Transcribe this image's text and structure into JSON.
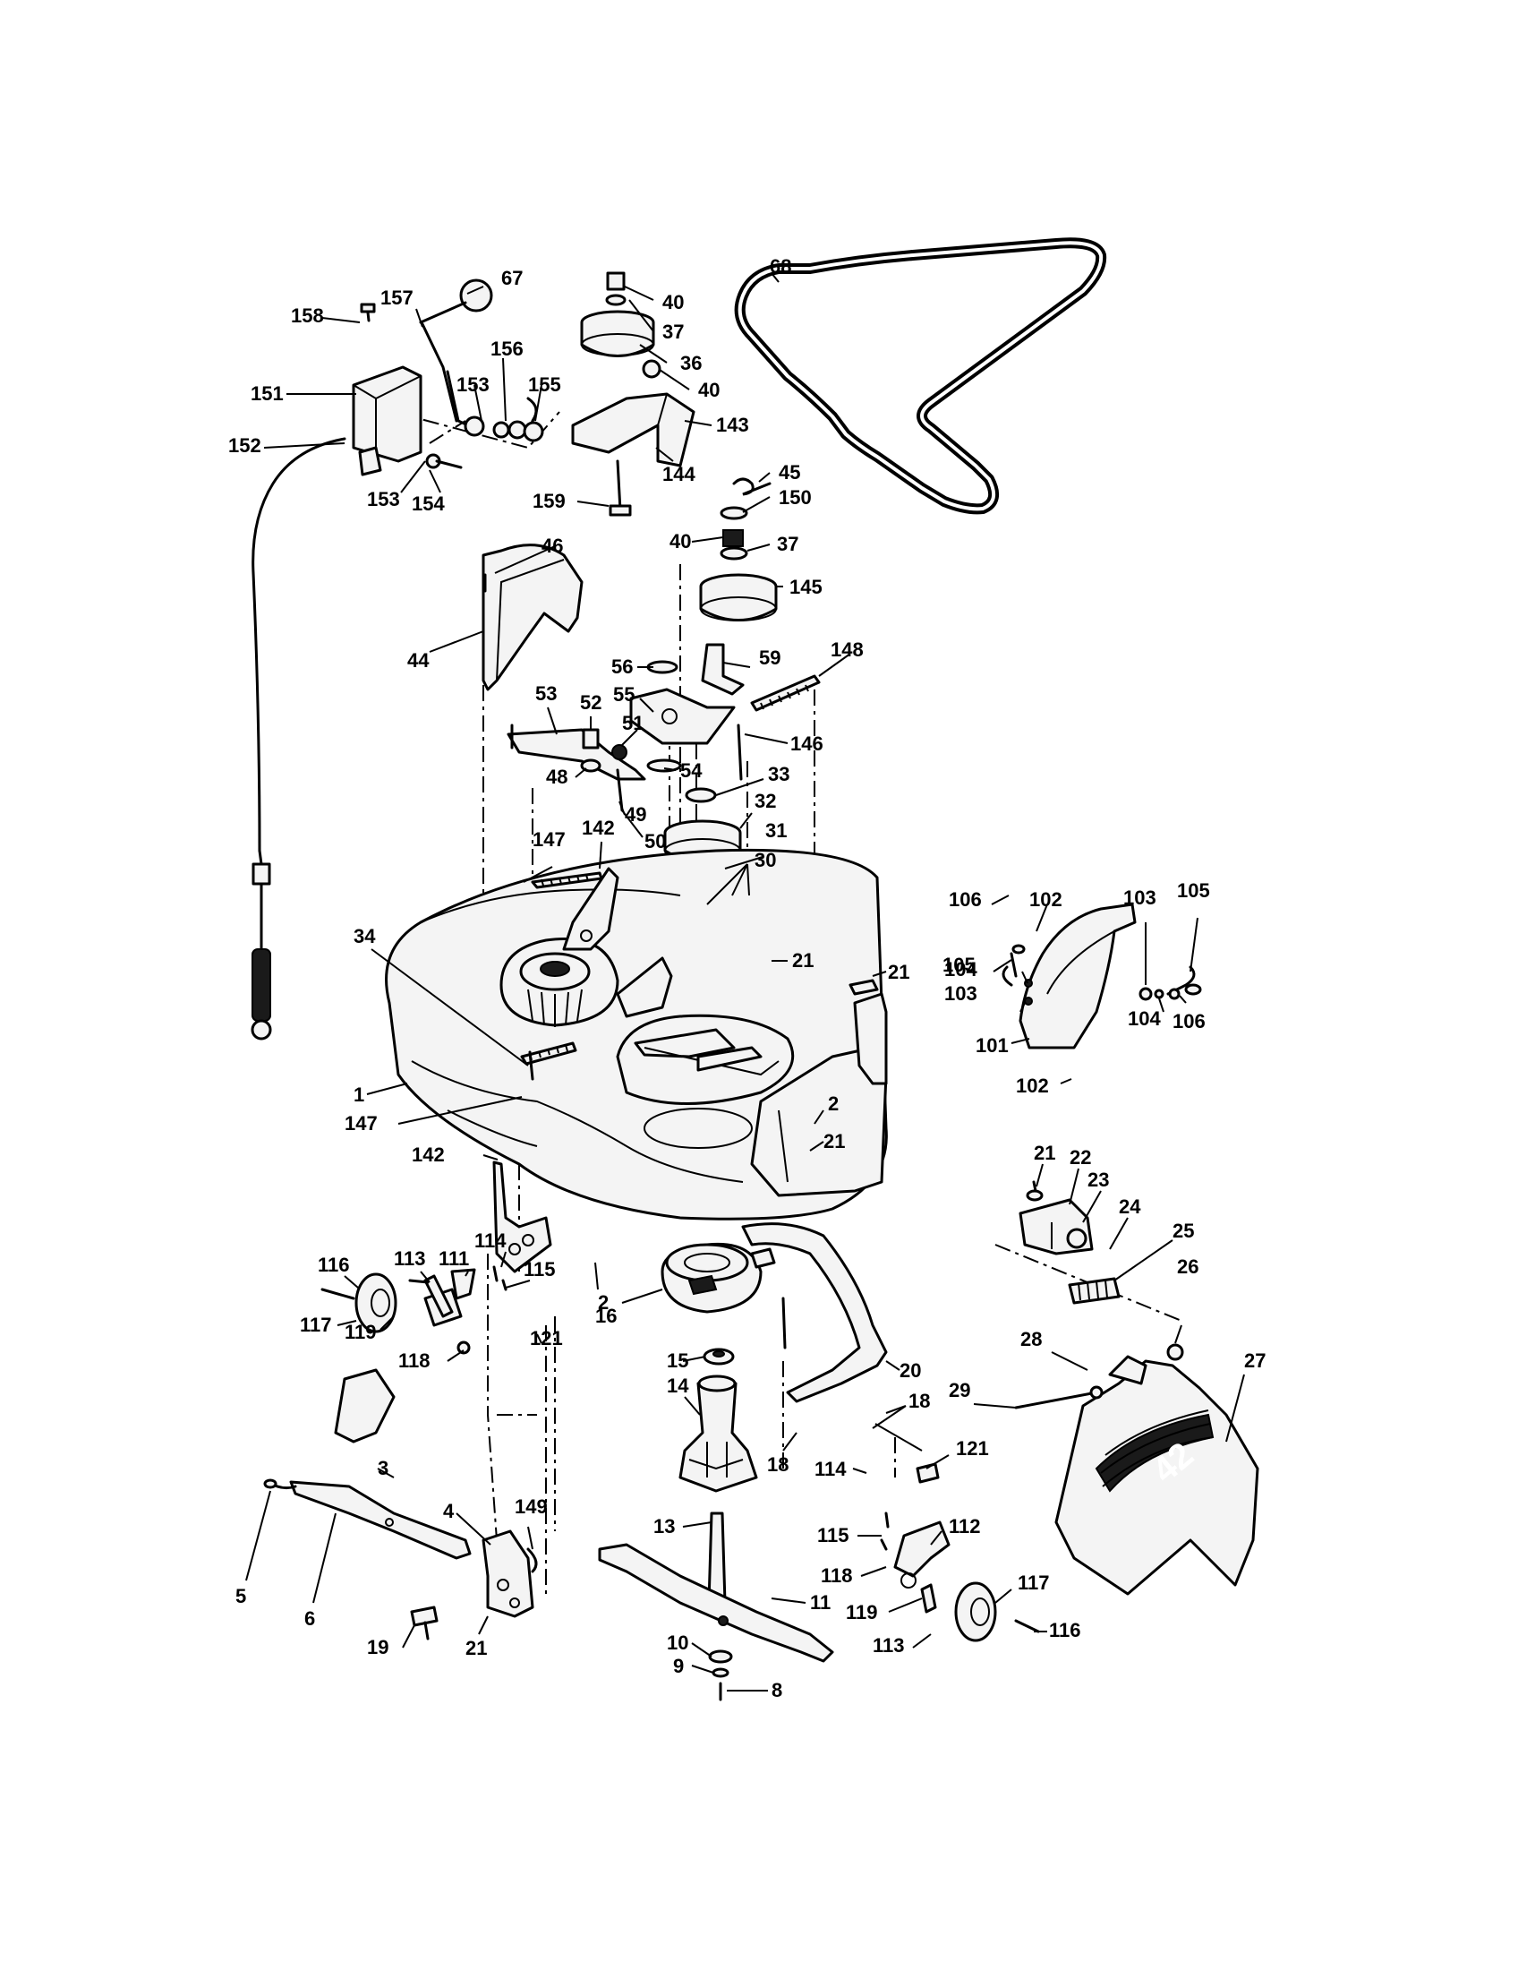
{
  "diagram": {
    "callouts": [
      {
        "id": "c67",
        "text": "67"
      },
      {
        "id": "c157",
        "text": "157"
      },
      {
        "id": "c158",
        "text": "158"
      },
      {
        "id": "c151",
        "text": "151"
      },
      {
        "id": "c152",
        "text": "152"
      },
      {
        "id": "c153a",
        "text": "153"
      },
      {
        "id": "c156",
        "text": "156"
      },
      {
        "id": "c155",
        "text": "155"
      },
      {
        "id": "c153b",
        "text": "153"
      },
      {
        "id": "c154",
        "text": "154"
      },
      {
        "id": "c40a",
        "text": "40"
      },
      {
        "id": "c37a",
        "text": "37"
      },
      {
        "id": "c36",
        "text": "36"
      },
      {
        "id": "c40b",
        "text": "40"
      },
      {
        "id": "c143",
        "text": "143"
      },
      {
        "id": "c144",
        "text": "144"
      },
      {
        "id": "c159",
        "text": "159"
      },
      {
        "id": "c68",
        "text": "68"
      },
      {
        "id": "c45",
        "text": "45"
      },
      {
        "id": "c150",
        "text": "150"
      },
      {
        "id": "c40c",
        "text": "40"
      },
      {
        "id": "c37b",
        "text": "37"
      },
      {
        "id": "c145",
        "text": "145"
      },
      {
        "id": "c46",
        "text": "46"
      },
      {
        "id": "c44",
        "text": "44"
      },
      {
        "id": "c56",
        "text": "56"
      },
      {
        "id": "c59",
        "text": "59"
      },
      {
        "id": "c148",
        "text": "148"
      },
      {
        "id": "c55",
        "text": "55"
      },
      {
        "id": "c53",
        "text": "53"
      },
      {
        "id": "c52",
        "text": "52"
      },
      {
        "id": "c51",
        "text": "51"
      },
      {
        "id": "c146",
        "text": "146"
      },
      {
        "id": "c54",
        "text": "54"
      },
      {
        "id": "c48",
        "text": "48"
      },
      {
        "id": "c33",
        "text": "33"
      },
      {
        "id": "c49",
        "text": "49"
      },
      {
        "id": "c32",
        "text": "32"
      },
      {
        "id": "c50",
        "text": "50"
      },
      {
        "id": "c31",
        "text": "31"
      },
      {
        "id": "c147a",
        "text": "147"
      },
      {
        "id": "c142a",
        "text": "142"
      },
      {
        "id": "c30",
        "text": "30"
      },
      {
        "id": "c34",
        "text": "34"
      },
      {
        "id": "c21a",
        "text": "21"
      },
      {
        "id": "c21b",
        "text": "21"
      },
      {
        "id": "c106a",
        "text": "106"
      },
      {
        "id": "c105a",
        "text": "105"
      },
      {
        "id": "c102a",
        "text": "102"
      },
      {
        "id": "c103a",
        "text": "103"
      },
      {
        "id": "c105b",
        "text": "105"
      },
      {
        "id": "c104a",
        "text": "104"
      },
      {
        "id": "c103b",
        "text": "103"
      },
      {
        "id": "c104b",
        "text": "104"
      },
      {
        "id": "c106b",
        "text": "106"
      },
      {
        "id": "c101",
        "text": "101"
      },
      {
        "id": "c102b",
        "text": "102"
      },
      {
        "id": "c1",
        "text": "1"
      },
      {
        "id": "c2a",
        "text": "2"
      },
      {
        "id": "c147b",
        "text": "147"
      },
      {
        "id": "c21c",
        "text": "21"
      },
      {
        "id": "c142b",
        "text": "142"
      },
      {
        "id": "c21d",
        "text": "21"
      },
      {
        "id": "c22",
        "text": "22"
      },
      {
        "id": "c23",
        "text": "23"
      },
      {
        "id": "c24",
        "text": "24"
      },
      {
        "id": "c25",
        "text": "25"
      },
      {
        "id": "c116a",
        "text": "116"
      },
      {
        "id": "c113a",
        "text": "113"
      },
      {
        "id": "c111",
        "text": "111"
      },
      {
        "id": "c114a",
        "text": "114"
      },
      {
        "id": "c115a",
        "text": "115"
      },
      {
        "id": "c2b",
        "text": "2"
      },
      {
        "id": "c117a",
        "text": "117"
      },
      {
        "id": "c119a",
        "text": "119"
      },
      {
        "id": "c121a",
        "text": "121"
      },
      {
        "id": "c16",
        "text": "16"
      },
      {
        "id": "c26",
        "text": "26"
      },
      {
        "id": "c118a",
        "text": "118"
      },
      {
        "id": "c15",
        "text": "15"
      },
      {
        "id": "c28",
        "text": "28"
      },
      {
        "id": "c27",
        "text": "27"
      },
      {
        "id": "c20",
        "text": "20"
      },
      {
        "id": "c14",
        "text": "14"
      },
      {
        "id": "c29",
        "text": "29"
      },
      {
        "id": "c18a",
        "text": "18"
      },
      {
        "id": "c3",
        "text": "3"
      },
      {
        "id": "c18b",
        "text": "18"
      },
      {
        "id": "c114b",
        "text": "114"
      },
      {
        "id": "c121b",
        "text": "121"
      },
      {
        "id": "c13",
        "text": "13"
      },
      {
        "id": "c4",
        "text": "4"
      },
      {
        "id": "c149",
        "text": "149"
      },
      {
        "id": "c112",
        "text": "112"
      },
      {
        "id": "c115b",
        "text": "115"
      },
      {
        "id": "c5",
        "text": "5"
      },
      {
        "id": "c6",
        "text": "6"
      },
      {
        "id": "c118b",
        "text": "118"
      },
      {
        "id": "c117b",
        "text": "117"
      },
      {
        "id": "c11",
        "text": "11"
      },
      {
        "id": "c119b",
        "text": "119"
      },
      {
        "id": "c19",
        "text": "19"
      },
      {
        "id": "c21e",
        "text": "21"
      },
      {
        "id": "c113b",
        "text": "113"
      },
      {
        "id": "c116b",
        "text": "116"
      },
      {
        "id": "c10",
        "text": "10"
      },
      {
        "id": "c9",
        "text": "9"
      },
      {
        "id": "c8",
        "text": "8"
      }
    ],
    "deck_size_marking": "42"
  }
}
